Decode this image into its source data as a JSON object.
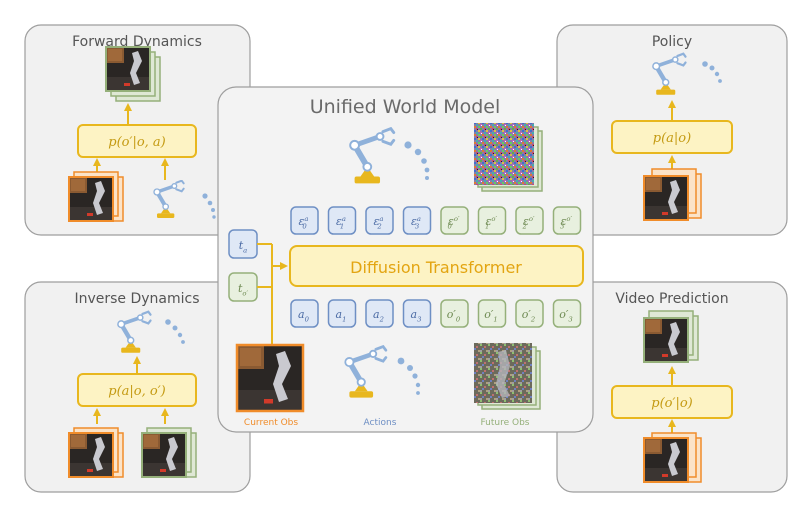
{
  "colors": {
    "panel_bg": "#f1f1f1",
    "panel_border": "#9e9e9e",
    "gold": "#e8b71e",
    "gold_fill": "#fdf3c4",
    "orange": "#f08c2a",
    "blue_border": "#6e8fc4",
    "blue_fill": "#dfe8f6",
    "green_border": "#95b07a",
    "green_fill": "#e8f0df",
    "robot_blue": "#8fb1da",
    "title_text": "#555555"
  },
  "panels": {
    "forward": {
      "title": "Forward Dynamics",
      "formula": "p(o′|o, a)"
    },
    "policy": {
      "title": "Policy",
      "formula": "p(a|o)"
    },
    "inverse": {
      "title": "Inverse Dynamics",
      "formula": "p(a|o, o′)"
    },
    "video": {
      "title": "Video Prediction",
      "formula": "p(o′|o)"
    }
  },
  "main": {
    "title": "Unified World Model",
    "transformer_label": "Diffusion Transformer",
    "time_tokens": {
      "action": "t_a",
      "obs": "t_o′"
    },
    "noise_tokens_action": [
      "ε_0^a",
      "ε_1^a",
      "ε_2^a",
      "ε_3^a"
    ],
    "noise_tokens_obs": [
      "ε_0^o′",
      "ε_1^o′",
      "ε_2^o′",
      "ε_3^o′"
    ],
    "output_tokens_action": [
      "a_0",
      "a_1",
      "a_2",
      "a_3"
    ],
    "output_tokens_obs": [
      "o′_0",
      "o′_1",
      "o′_2",
      "o′_3"
    ],
    "labels": {
      "current_obs": "Current Obs",
      "actions": "Actions",
      "future_obs": "Future Obs"
    }
  }
}
